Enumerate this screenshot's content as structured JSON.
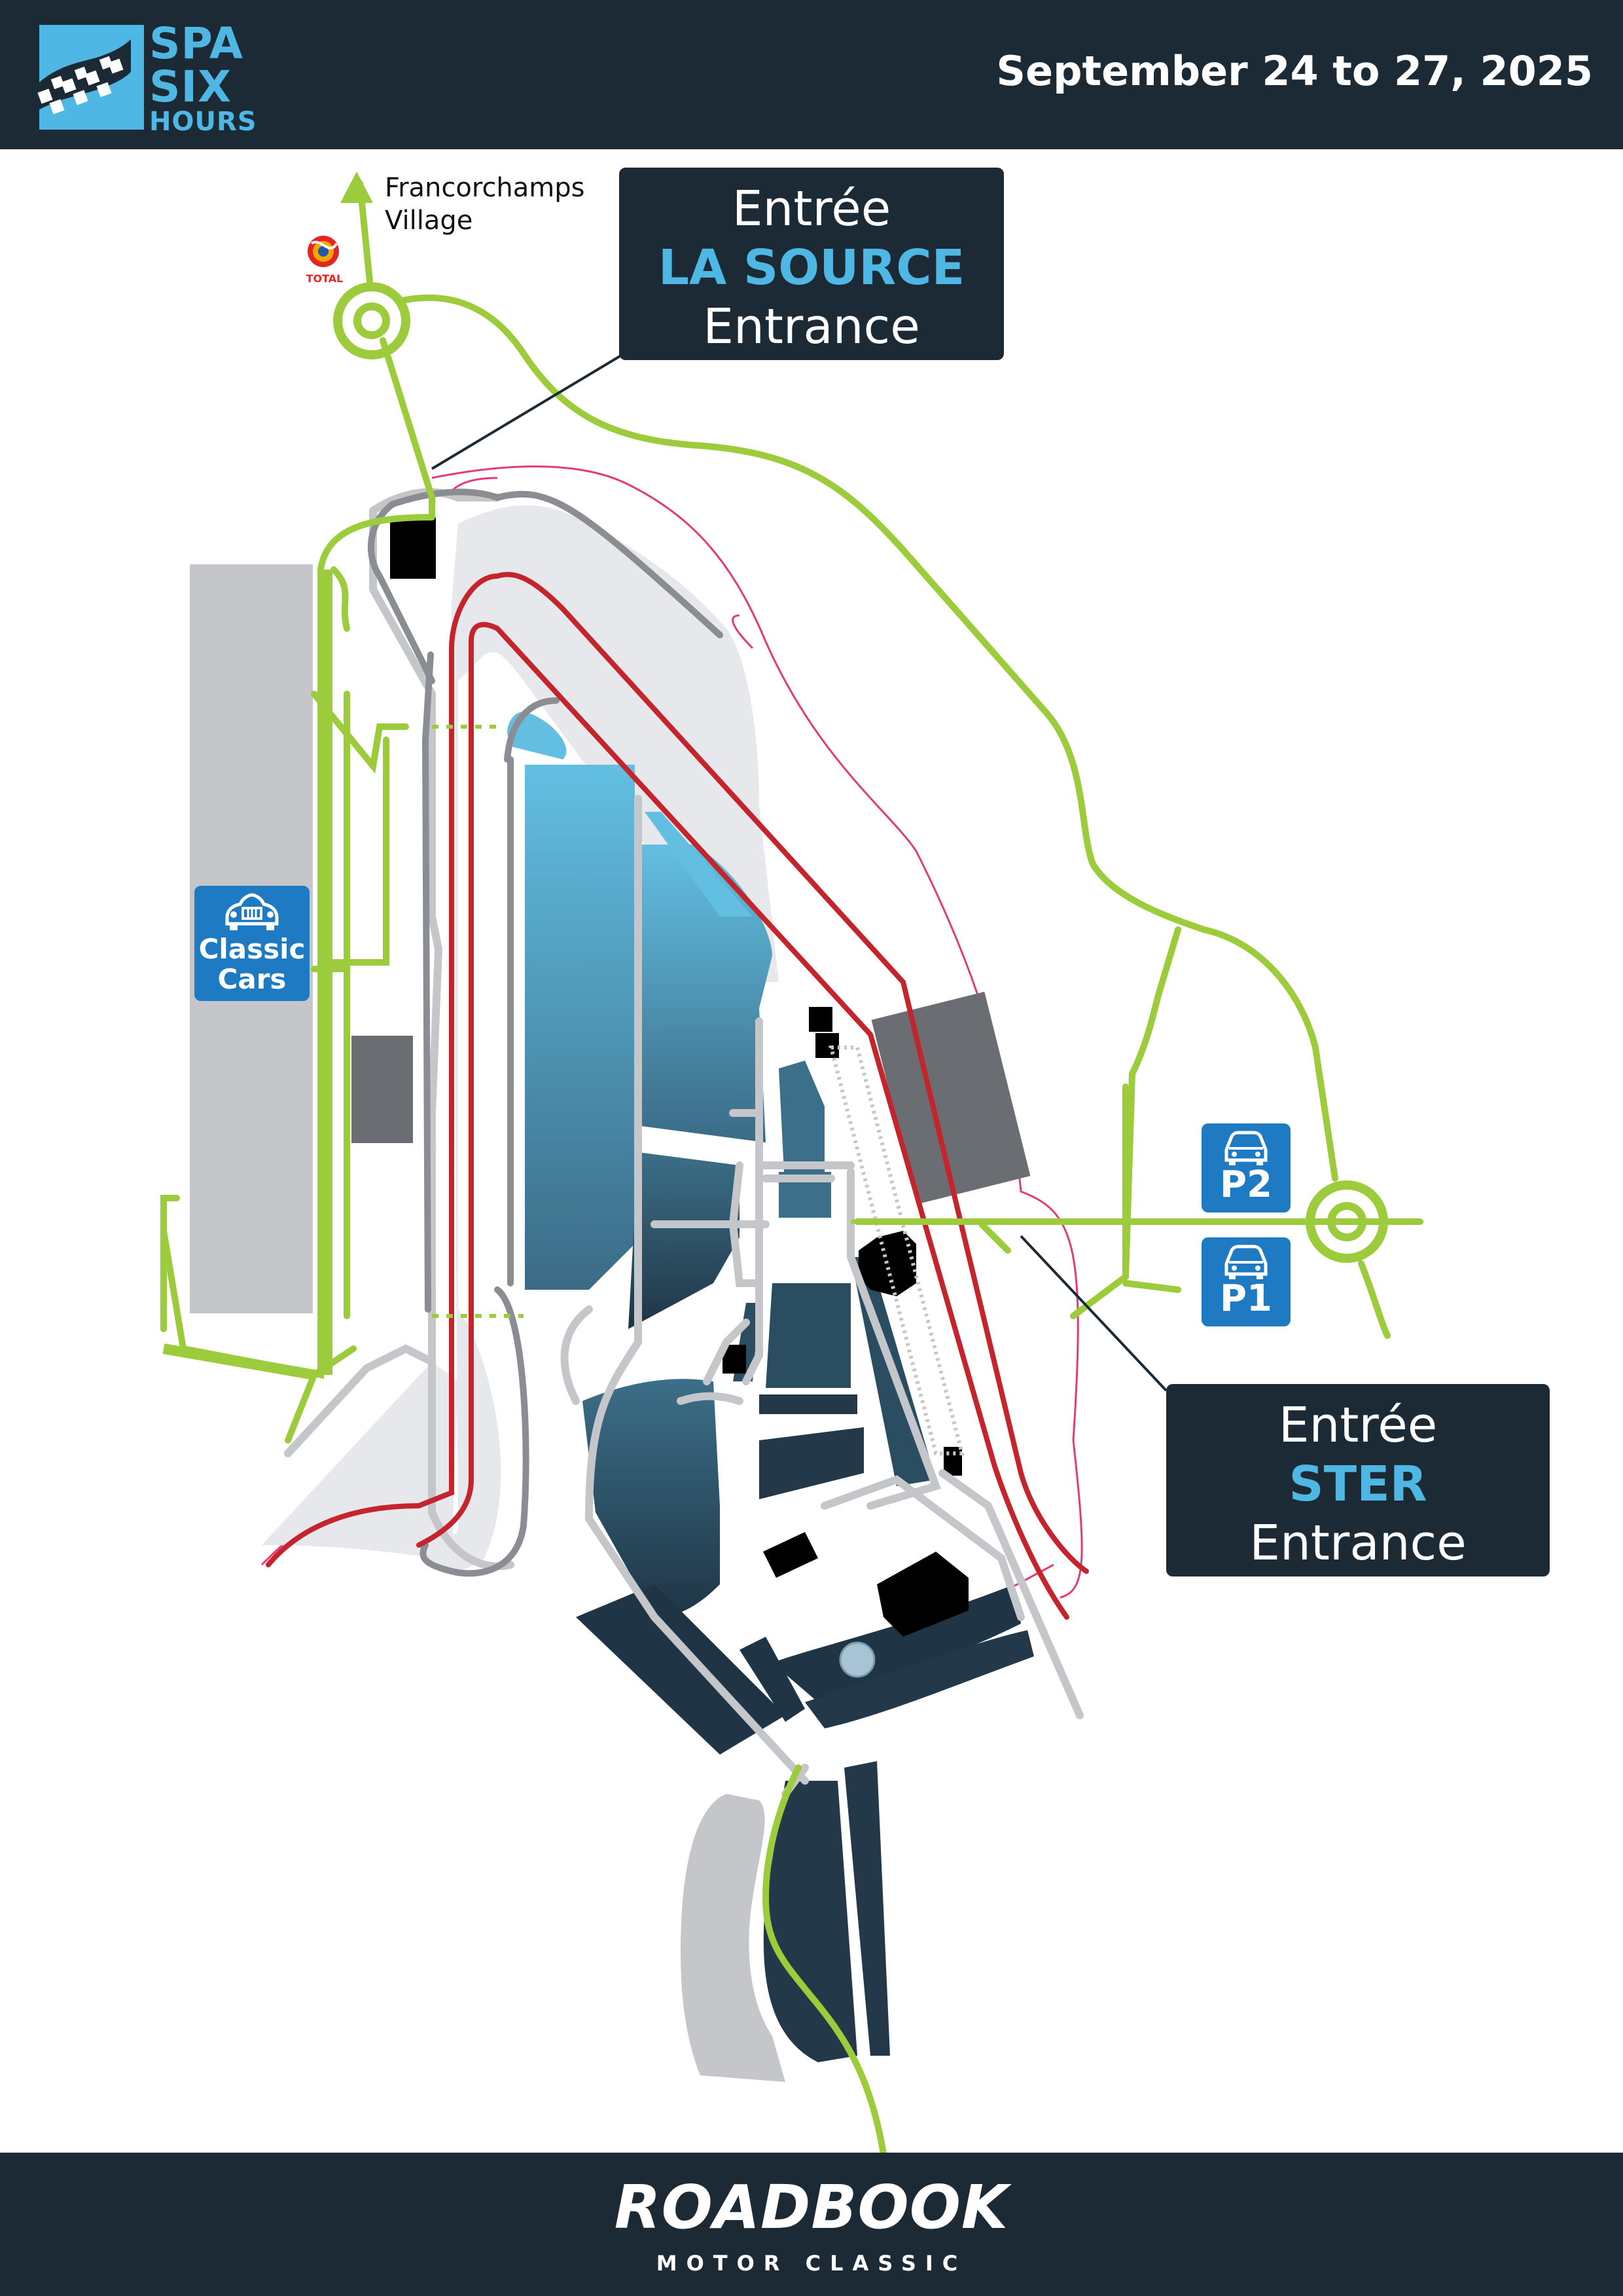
{
  "header": {
    "logo": {
      "line1": "SPA",
      "line2": "SIX",
      "line3": "HOURS"
    },
    "dates": "September 24 to 27, 2025"
  },
  "map": {
    "destination": {
      "line1": "Francorchamps",
      "line2": "Village"
    },
    "fuel_brand": "TOTAL",
    "entrances": [
      {
        "line1": "Entrée",
        "name": "LA SOURCE",
        "line3": "Entrance"
      },
      {
        "line1": "Entrée",
        "name": "STER",
        "line3": "Entrance"
      }
    ],
    "parking": {
      "classic": {
        "line1": "Classic",
        "line2": "Cars",
        "icon": "classic-car-icon"
      },
      "p2": {
        "label": "P2",
        "icon": "car-icon"
      },
      "p1": {
        "label": "P1",
        "icon": "car-icon"
      }
    },
    "colors": {
      "access_road": "#9ccc3c",
      "track": "#c4242b",
      "badge": "#1f7ac4",
      "dark": "#1c2a35",
      "accent": "#4fb7e4"
    }
  },
  "footer": {
    "brand": "ROADBOOK",
    "sub": "MOTOR CLASSIC"
  }
}
